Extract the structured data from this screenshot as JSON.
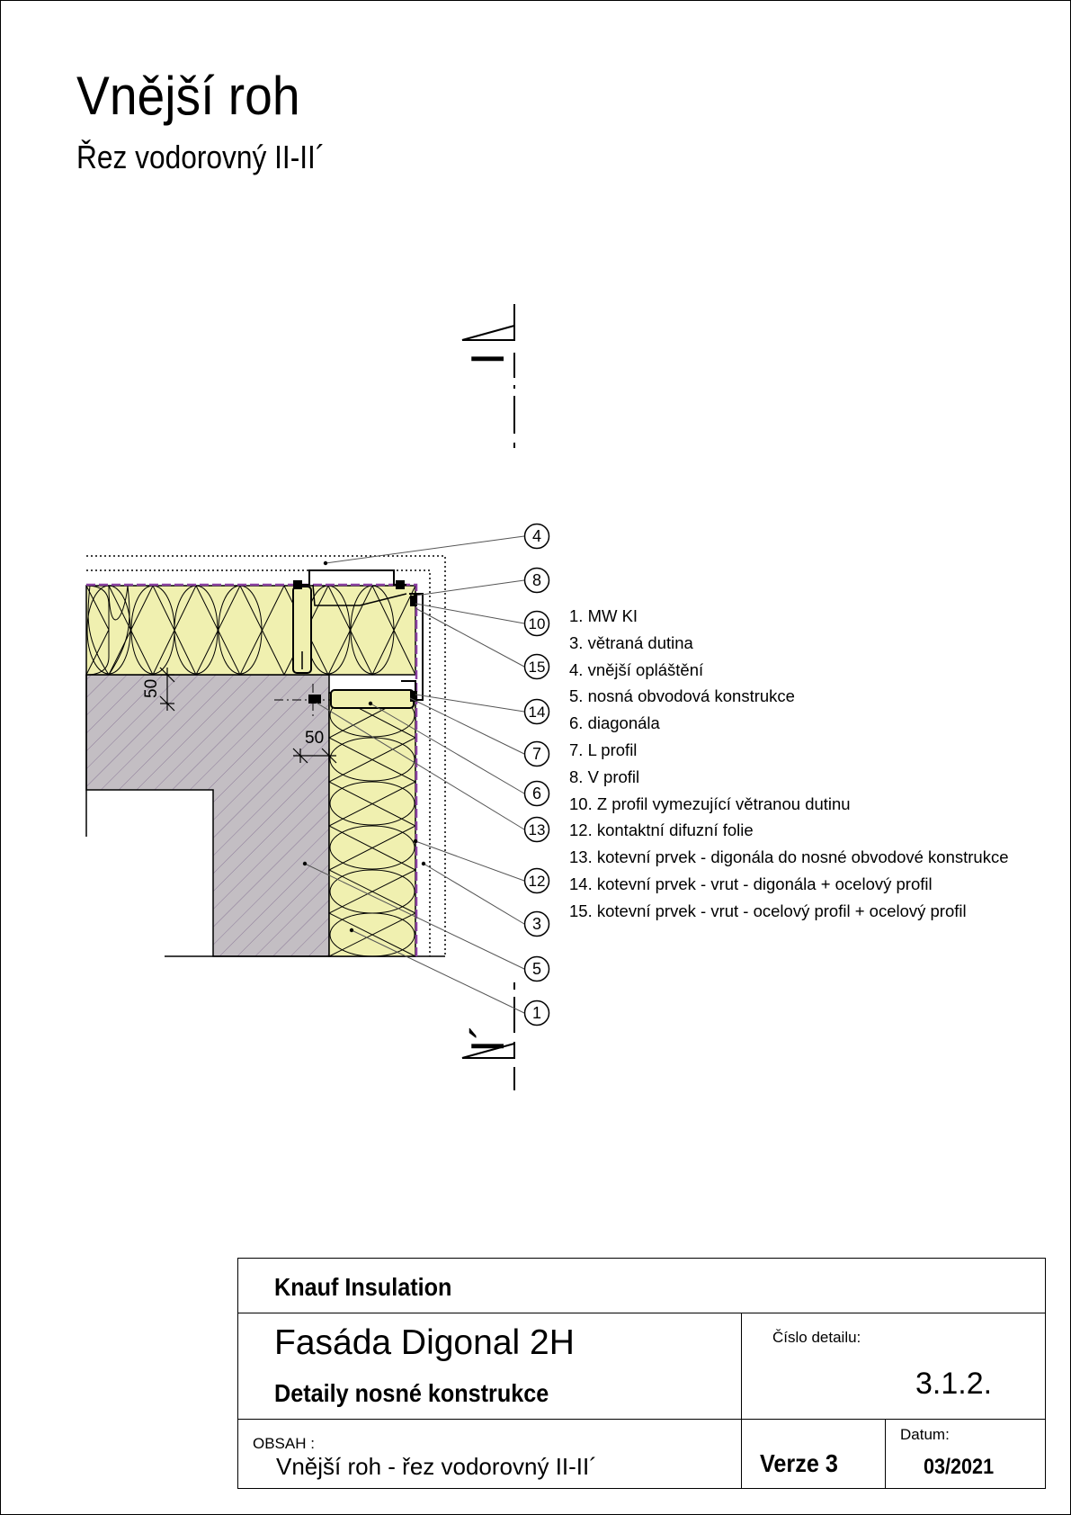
{
  "header": {
    "title": "Vnější roh",
    "subtitle": "Řez vodorovný II-II´"
  },
  "section_marks": {
    "top": "I",
    "bottom": "I´"
  },
  "dimensions": {
    "vertical": "50",
    "horizontal": "50"
  },
  "callouts": [
    "4",
    "8",
    "10",
    "15",
    "14",
    "7",
    "6",
    "13",
    "12",
    "3",
    "5",
    "1"
  ],
  "legend": [
    "1.  MW KI",
    "3.  větraná dutina",
    "4.  vnější opláštění",
    "5.  nosná obvodová konstrukce",
    "6.  diagonála",
    "7.  L profil",
    "8.  V profil",
    "10. Z profil vymezující větranou dutinu",
    "12. kontaktní difuzní folie",
    "13. kotevní prvek - digonála do nosné obvodové konstrukce",
    "14. kotevní prvek - vrut - digonála + ocelový profil",
    "15. kotevní prvek - vrut - ocelový profil + ocelový profil"
  ],
  "title_block": {
    "company": "Knauf Insulation",
    "product": "Fasáda Digonal 2H",
    "category": "Detaily nosné konstrukce",
    "detail_label": "Číslo detailu:",
    "detail_number": "3.1.2.",
    "content_label": "OBSAH :",
    "content": "Vnější roh - řez vodorovný II-II´",
    "version": "Verze 3",
    "date_label": "Datum:",
    "date": "03/2021"
  },
  "colors": {
    "insulation": "#f0f0b0",
    "masonry": "#c3bec3",
    "hatch": "#8c7a98",
    "membrane": "#8a3fa0",
    "line": "#000000",
    "leader": "#555555"
  }
}
